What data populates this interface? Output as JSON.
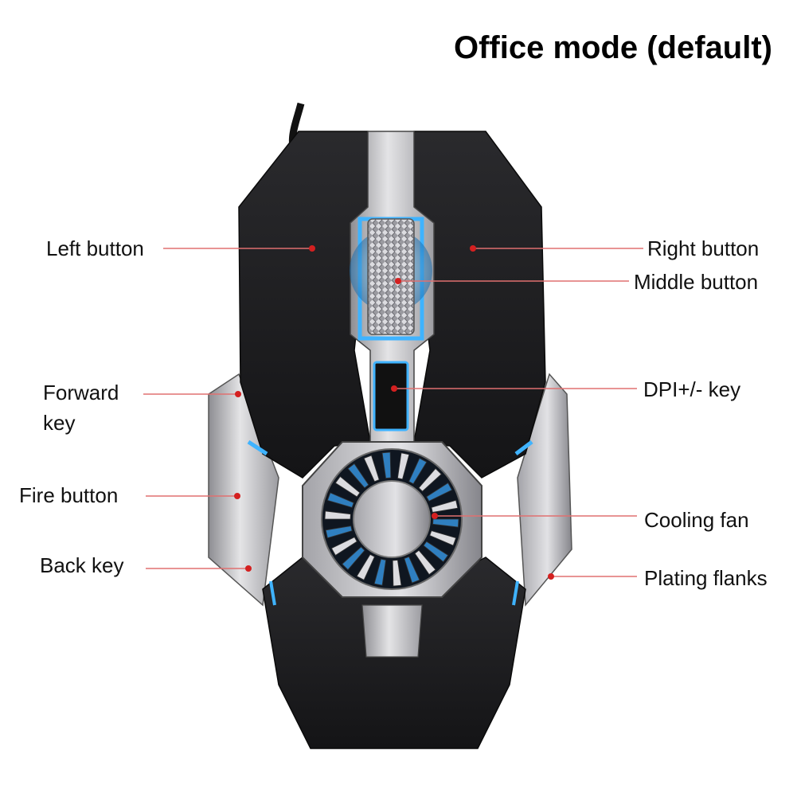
{
  "title": "Office mode (default)",
  "labels": {
    "left_button": "Left button",
    "right_button": "Right button",
    "middle_button": "Middle button",
    "forward_key_line1": "Forward",
    "forward_key_line2": "key",
    "dpi_key": "DPI+/- key",
    "fire_button": "Fire button",
    "cooling_fan": "Cooling fan",
    "back_key": "Back key",
    "plating_flanks": "Plating flanks"
  },
  "colors": {
    "shell": "#1c1c1e",
    "plating": "#b8b8bc",
    "accent_light": "#3fb3ff",
    "leader_line": "#e07070",
    "dot": "#d42020"
  }
}
